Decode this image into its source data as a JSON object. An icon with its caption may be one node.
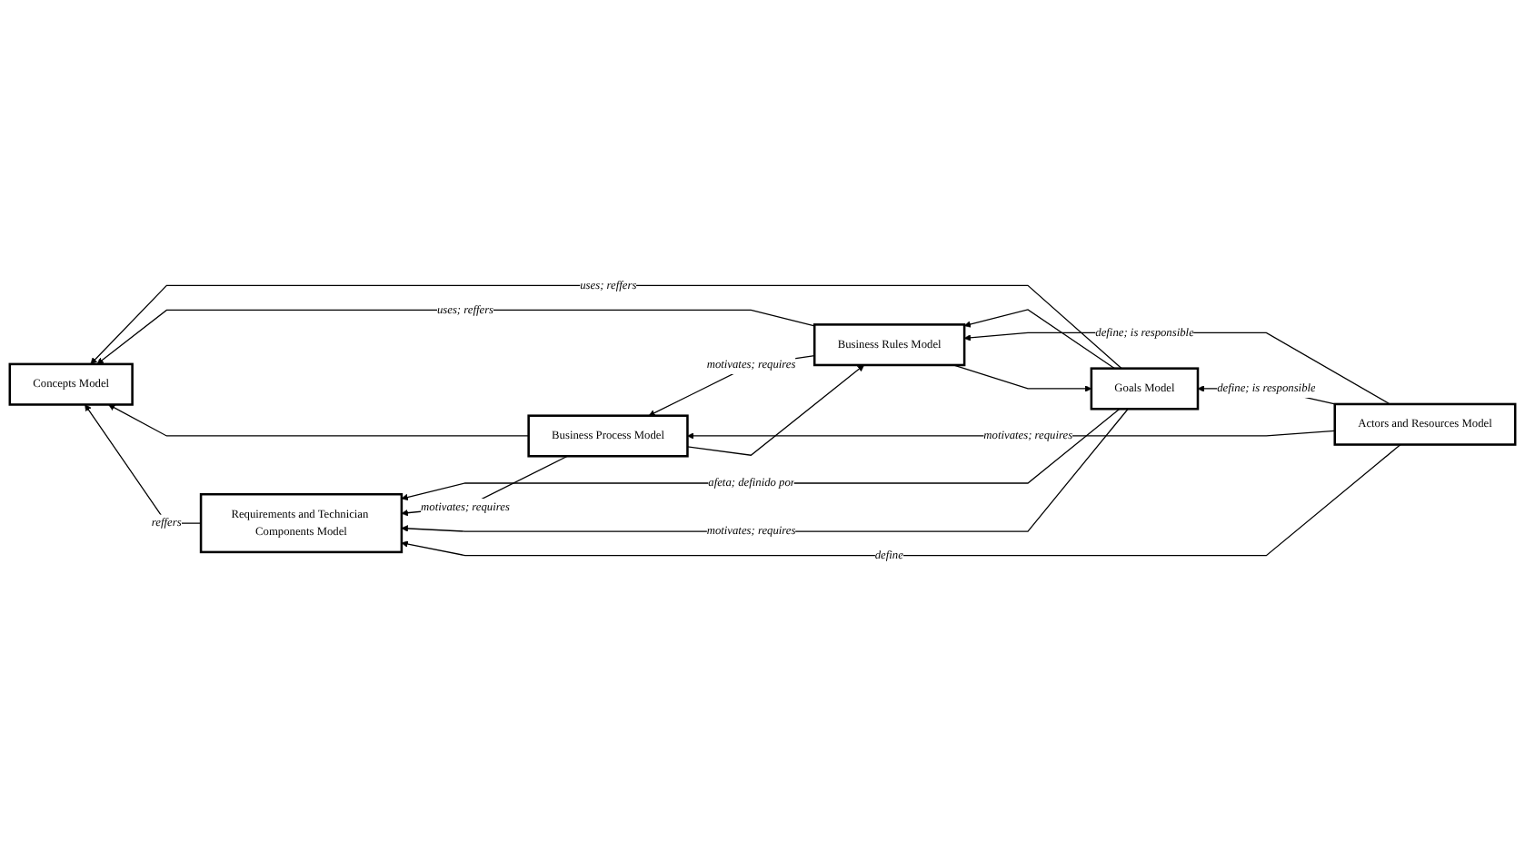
{
  "diagram": {
    "nodes": [
      {
        "text": [
          "Goals Model"
        ]
      },
      {
        "text": [
          "Concepts Model"
        ]
      },
      {
        "text": [
          "Business Rules Model"
        ]
      },
      {
        "text": [
          "Actors and Resources Model"
        ]
      },
      {
        "text": [
          "Business Process Model"
        ]
      },
      {
        "text": [
          "Requirements and Technician Components Model"
        ]
      }
    ],
    "edges": [
      {
        "from": 0,
        "to": 1,
        "arrow": "to",
        "label": "uses; reffers"
      },
      {
        "from": 3,
        "to": 0,
        "arrow": "to",
        "label": "define; is responsible"
      },
      {
        "from": 0,
        "to": 2,
        "arrow": "to"
      },
      {
        "from": 2,
        "to": 0,
        "arrow": "to"
      },
      {
        "from": 2,
        "to": 1,
        "arrow": "to",
        "label": "uses; reffers"
      },
      {
        "from": 3,
        "to": 2,
        "arrow": "to",
        "label": "define; is responsible"
      },
      {
        "from": 2,
        "to": 4,
        "arrow": "to",
        "label": "motivates; requires"
      },
      {
        "from": 4,
        "to": 2,
        "arrow": "to"
      },
      {
        "from": 4,
        "to": 1,
        "arrow": "to"
      },
      {
        "from": 3,
        "to": 4,
        "arrow": "to",
        "label": "motivates; requires"
      },
      {
        "from": 0,
        "to": 5,
        "arrow": "to",
        "label": "afeta; definido por"
      },
      {
        "from": 4,
        "to": 5,
        "arrow": "to",
        "label": "motivates; requires"
      },
      {
        "from": 0,
        "to": 5,
        "arrow": "to",
        "label": "motivates; requires"
      },
      {
        "from": 3,
        "to": 5,
        "arrow": "to",
        "label": "define"
      },
      {
        "from": 5,
        "to": 1,
        "arrow": "to",
        "label": "reffers"
      }
    ]
  }
}
